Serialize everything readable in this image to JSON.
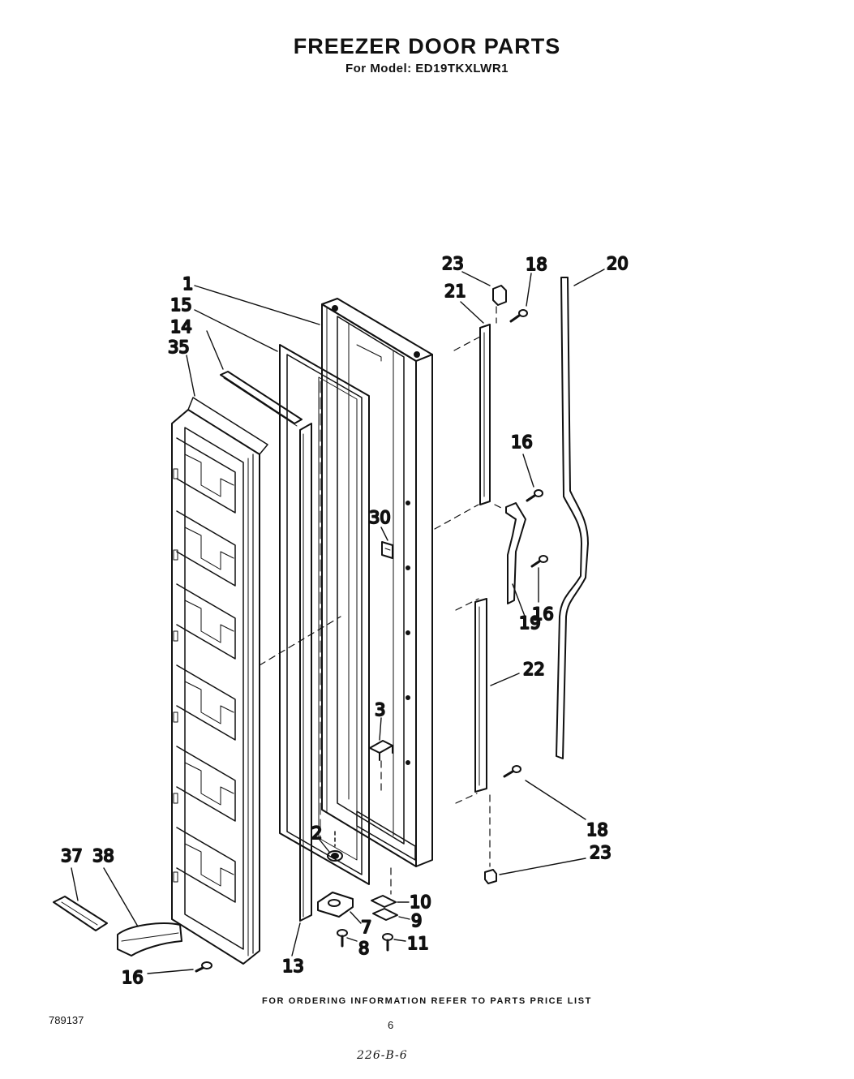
{
  "header": {
    "title": "FREEZER DOOR PARTS",
    "subtitle": "For Model: ED19TKXLWR1"
  },
  "callouts": {
    "c1": "1",
    "c15": "15",
    "c14": "14",
    "c35": "35",
    "c23_top": "23",
    "c18_top": "18",
    "c20": "20",
    "c21": "21",
    "c16_top": "16",
    "c30": "30",
    "c16_mid": "16",
    "c19": "19",
    "c22": "22",
    "c3": "3",
    "c18_bottom": "18",
    "c23_bottom": "23",
    "c2": "2",
    "c10": "10",
    "c9": "9",
    "c7": "7",
    "c8": "8",
    "c11": "11",
    "c13": "13",
    "c37": "37",
    "c38": "38",
    "c16_bottom": "16"
  },
  "footer": {
    "note": "FOR ORDERING INFORMATION REFER TO PARTS PRICE LIST",
    "doc_number": "789137",
    "page_number": "6",
    "handwritten_code": "226-B-6"
  }
}
